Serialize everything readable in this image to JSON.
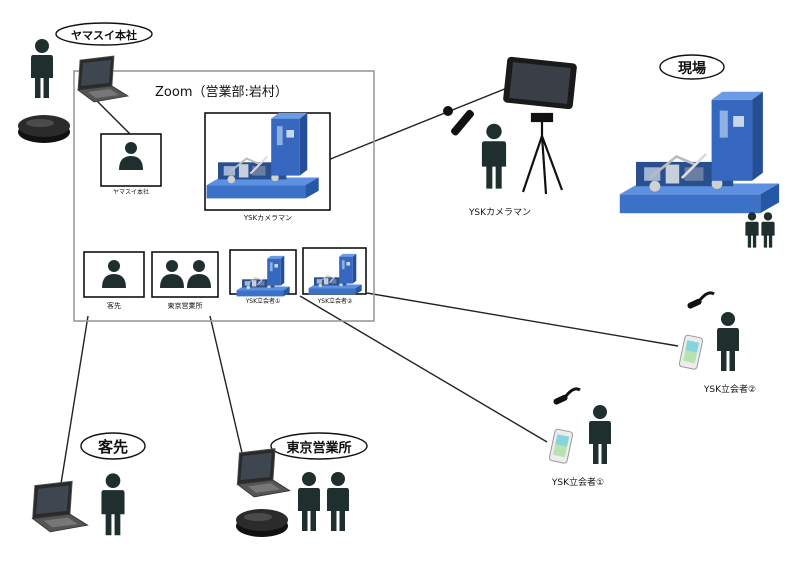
{
  "zoom": {
    "title": "Zoom（営業部:岩村）"
  },
  "tiles": {
    "yamasui": "ヤマスイ本社",
    "camera": "YSKカメラマン",
    "client": "客先",
    "tokyo": "東京営業所",
    "witness1": "YSK立会者①",
    "witness2": "YSK立会者②"
  },
  "locations": {
    "yamasui": "ヤマスイ本社",
    "genba": "現場",
    "client": "客先",
    "tokyo": "東京営業所"
  },
  "people": {
    "camera": "YSKカメラマン",
    "witness1": "YSK立会者①",
    "witness2": "YSK立会者②"
  },
  "colors": {
    "person": "#1f2f2e",
    "machine": "#2f5fb0",
    "line": "#222222",
    "frame": "#9a9a9a"
  },
  "icons": [
    "person-icon",
    "laptop-icon",
    "speakerphone-icon",
    "tablet-icon",
    "tripod-icon",
    "headset-icon",
    "smartphone-icon",
    "machine-icon"
  ]
}
